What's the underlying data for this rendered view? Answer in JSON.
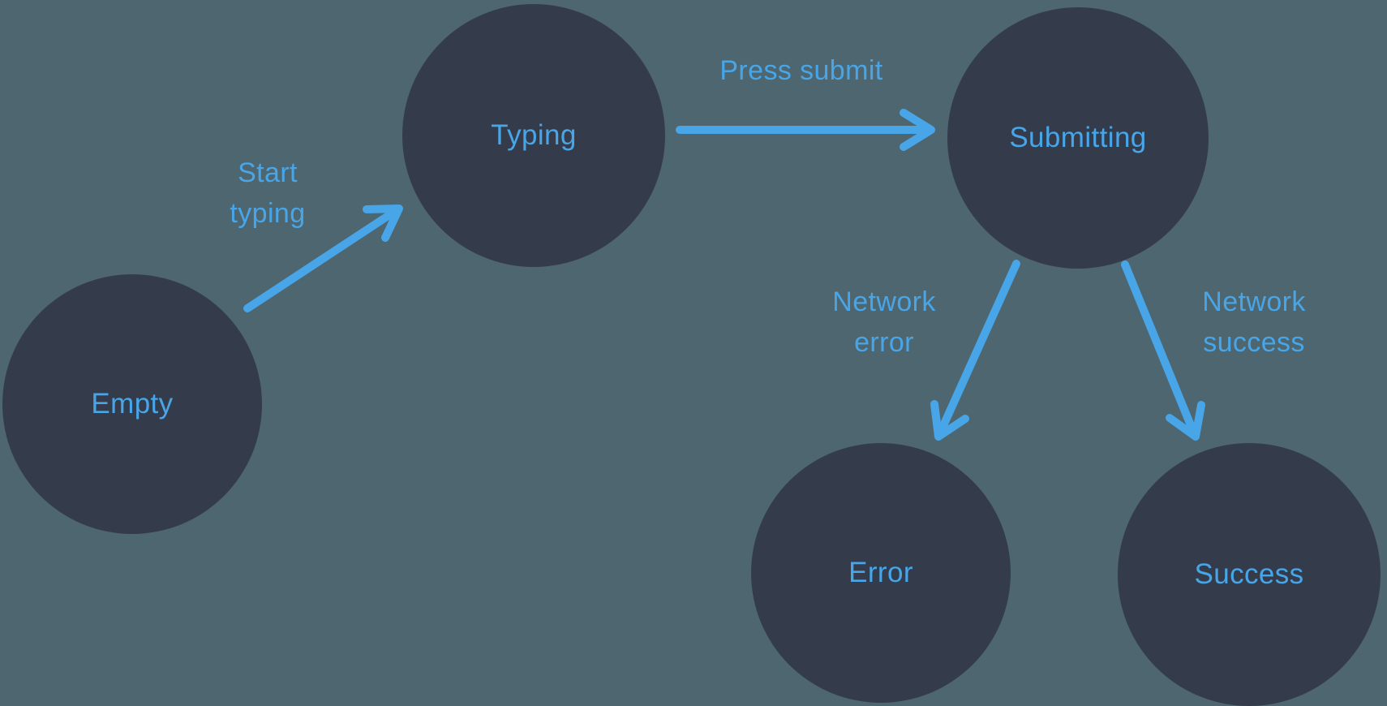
{
  "colors": {
    "background": "#4D6670",
    "node_fill": "#343C4B",
    "accent_blue": "#47A5E8"
  },
  "diagram": {
    "type": "finite-state-machine",
    "states": {
      "empty": {
        "label": "Empty"
      },
      "typing": {
        "label": "Typing"
      },
      "submitting": {
        "label": "Submitting"
      },
      "error": {
        "label": "Error"
      },
      "success": {
        "label": "Success"
      }
    },
    "transitions": {
      "start_typing": {
        "label": "Start typing",
        "from": "Empty",
        "to": "Typing"
      },
      "press_submit": {
        "label": "Press submit",
        "from": "Typing",
        "to": "Submitting"
      },
      "network_error": {
        "label": "Network error",
        "from": "Submitting",
        "to": "Error"
      },
      "network_success": {
        "label": "Network success",
        "from": "Submitting",
        "to": "Success"
      }
    }
  }
}
